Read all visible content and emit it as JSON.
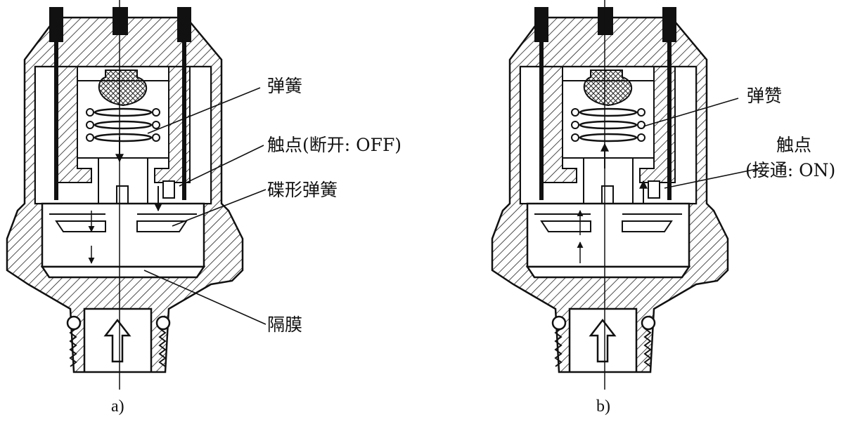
{
  "figure_a": {
    "caption": "a)",
    "labels": {
      "spring": "弹簧",
      "contact_off": "触点(断开: OFF)",
      "disc_spring": "碟形弹簧",
      "diaphragm": "隔膜"
    }
  },
  "figure_b": {
    "caption": "b)",
    "labels": {
      "spring": "弹赞",
      "contact_line1": "触点",
      "contact_line2": "(接通: ON)"
    }
  },
  "colors": {
    "ink": "#111111",
    "background": "#ffffff",
    "hatch": "#222222"
  }
}
